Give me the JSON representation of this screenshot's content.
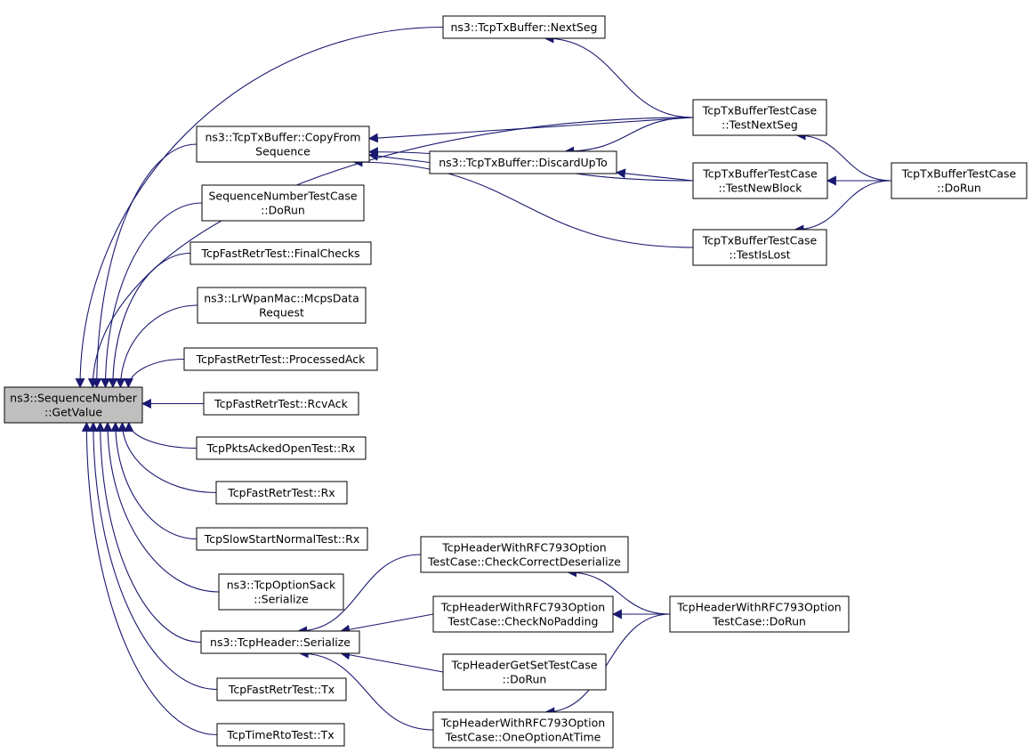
{
  "diagram": {
    "nodes": [
      {
        "id": "root",
        "lines": [
          "ns3::SequenceNumber",
          "::GetValue"
        ],
        "highlight": true
      },
      {
        "id": "nextseg",
        "lines": [
          "ns3::TcpTxBuffer::NextSeg"
        ]
      },
      {
        "id": "copyfrom",
        "lines": [
          "ns3::TcpTxBuffer::CopyFrom",
          "Sequence"
        ]
      },
      {
        "id": "seqtest",
        "lines": [
          "SequenceNumberTestCase",
          "::DoRun"
        ]
      },
      {
        "id": "finalchecks",
        "lines": [
          "TcpFastRetrTest::FinalChecks"
        ]
      },
      {
        "id": "mcps",
        "lines": [
          "ns3::LrWpanMac::McpsData",
          "Request"
        ]
      },
      {
        "id": "processedack",
        "lines": [
          "TcpFastRetrTest::ProcessedAck"
        ]
      },
      {
        "id": "rcvack",
        "lines": [
          "TcpFastRetrTest::RcvAck"
        ]
      },
      {
        "id": "pktsrx",
        "lines": [
          "TcpPktsAckedOpenTest::Rx"
        ]
      },
      {
        "id": "fastrx",
        "lines": [
          "TcpFastRetrTest::Rx"
        ]
      },
      {
        "id": "slowrx",
        "lines": [
          "TcpSlowStartNormalTest::Rx"
        ]
      },
      {
        "id": "optsack",
        "lines": [
          "ns3::TcpOptionSack",
          "::Serialize"
        ]
      },
      {
        "id": "hdrser",
        "lines": [
          "ns3::TcpHeader::Serialize"
        ]
      },
      {
        "id": "fasttx",
        "lines": [
          "TcpFastRetrTest::Tx"
        ]
      },
      {
        "id": "rtotx",
        "lines": [
          "TcpTimeRtoTest::Tx"
        ]
      },
      {
        "id": "discard",
        "lines": [
          "ns3::TcpTxBuffer::DiscardUpTo"
        ]
      },
      {
        "id": "testnextseg",
        "lines": [
          "TcpTxBufferTestCase",
          "::TestNextSeg"
        ]
      },
      {
        "id": "testnewblock",
        "lines": [
          "TcpTxBufferTestCase",
          "::TestNewBlock"
        ]
      },
      {
        "id": "testislost",
        "lines": [
          "TcpTxBufferTestCase",
          "::TestIsLost"
        ]
      },
      {
        "id": "txdorun",
        "lines": [
          "TcpTxBufferTestCase",
          "::DoRun"
        ]
      },
      {
        "id": "checkdeser",
        "lines": [
          "TcpHeaderWithRFC793Option",
          "TestCase::CheckCorrectDeserialize"
        ]
      },
      {
        "id": "checknopad",
        "lines": [
          "TcpHeaderWithRFC793Option",
          "TestCase::CheckNoPadding"
        ]
      },
      {
        "id": "getset",
        "lines": [
          "TcpHeaderGetSetTestCase",
          "::DoRun"
        ]
      },
      {
        "id": "oneopt",
        "lines": [
          "TcpHeaderWithRFC793Option",
          "TestCase::OneOptionAtTime"
        ]
      },
      {
        "id": "rfcdorun",
        "lines": [
          "TcpHeaderWithRFC793Option",
          "TestCase::DoRun"
        ]
      }
    ],
    "edges": [
      {
        "from": "nextseg",
        "to": "root"
      },
      {
        "from": "testnextseg",
        "to": "root"
      },
      {
        "from": "copyfrom",
        "to": "root"
      },
      {
        "from": "seqtest",
        "to": "root"
      },
      {
        "from": "finalchecks",
        "to": "root"
      },
      {
        "from": "mcps",
        "to": "root"
      },
      {
        "from": "processedack",
        "to": "root"
      },
      {
        "from": "rcvack",
        "to": "root"
      },
      {
        "from": "pktsrx",
        "to": "root"
      },
      {
        "from": "fastrx",
        "to": "root"
      },
      {
        "from": "slowrx",
        "to": "root"
      },
      {
        "from": "optsack",
        "to": "root"
      },
      {
        "from": "hdrser",
        "to": "root"
      },
      {
        "from": "fasttx",
        "to": "root"
      },
      {
        "from": "rtotx",
        "to": "root"
      },
      {
        "from": "testnextseg",
        "to": "nextseg"
      },
      {
        "from": "testnextseg",
        "to": "copyfrom"
      },
      {
        "from": "discard",
        "to": "copyfrom"
      },
      {
        "from": "testnewblock",
        "to": "copyfrom"
      },
      {
        "from": "testislost",
        "to": "copyfrom"
      },
      {
        "from": "testnextseg",
        "to": "discard"
      },
      {
        "from": "testnewblock",
        "to": "discard"
      },
      {
        "from": "txdorun",
        "to": "testnextseg"
      },
      {
        "from": "txdorun",
        "to": "testnewblock"
      },
      {
        "from": "txdorun",
        "to": "testislost"
      },
      {
        "from": "checkdeser",
        "to": "hdrser"
      },
      {
        "from": "checknopad",
        "to": "hdrser"
      },
      {
        "from": "getset",
        "to": "hdrser"
      },
      {
        "from": "oneopt",
        "to": "hdrser"
      },
      {
        "from": "rfcdorun",
        "to": "checkdeser"
      },
      {
        "from": "rfcdorun",
        "to": "checknopad"
      },
      {
        "from": "rfcdorun",
        "to": "oneopt"
      }
    ]
  },
  "colors": {
    "edge": "#191970",
    "highlight_fill": "#bfbfbf",
    "node_stroke": "#000000"
  }
}
